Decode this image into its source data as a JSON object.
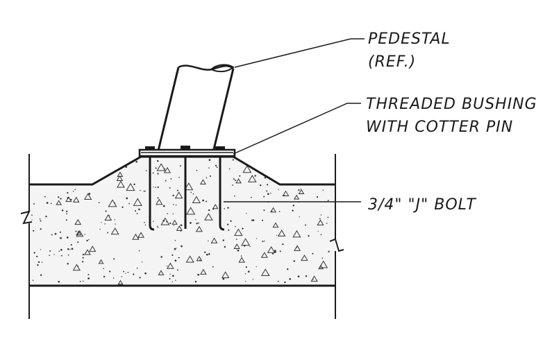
{
  "labels": {
    "pedestal_line1": "PEDESTAL",
    "pedestal_line2": "(REF.)",
    "bushing_line1": "THREADED BUSHING",
    "bushing_line2": "WITH COTTER PIN",
    "bolt": "3/4\" \"J\" BOLT"
  },
  "colors": {
    "ink": "#1a1a1a",
    "background": "#ffffff",
    "concrete": "#f2f2f2"
  }
}
